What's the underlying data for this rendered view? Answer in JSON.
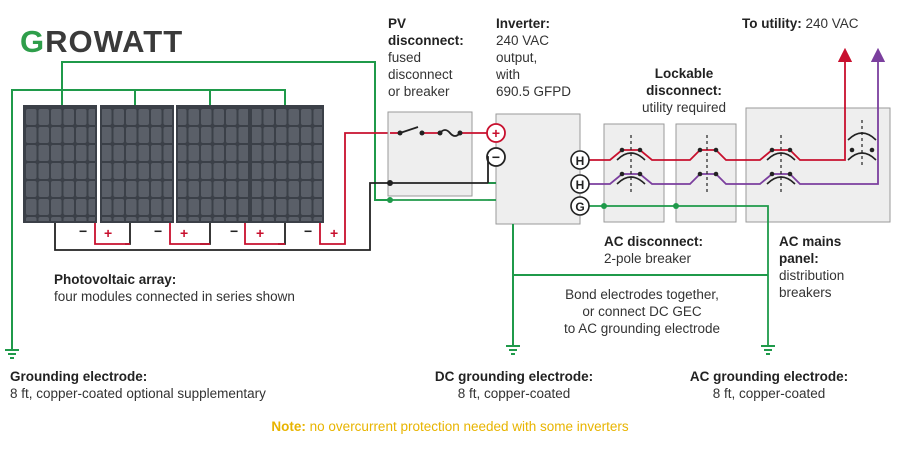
{
  "brand": {
    "logo_first": "G",
    "logo_rest": "ROWATT"
  },
  "labels": {
    "pv_disconnect": {
      "title1": "PV",
      "title2": "disconnect:",
      "line1": "fused",
      "line2": "disconnect",
      "line3": "or breaker"
    },
    "inverter": {
      "title": "Inverter:",
      "line1": "240 VAC",
      "line2": "output,",
      "line3": "with",
      "line4": "690.5 GFPD"
    },
    "to_utility": {
      "title": "To utility:",
      "value": "240 VAC"
    },
    "lockable": {
      "title1": "Lockable",
      "title2": "disconnect:",
      "line1": "utility required"
    },
    "pv_array": {
      "title": "Photovoltaic array:",
      "line1": "four modules connected in series shown"
    },
    "ac_disconnect": {
      "title": "AC disconnect:",
      "line1": "2-pole breaker"
    },
    "ac_mains": {
      "title1": "AC mains",
      "title2": "panel:",
      "line1": "distribution",
      "line2": "breakers"
    },
    "bond": {
      "line1": "Bond electrodes together,",
      "line2": "or connect DC GEC",
      "line3": "to AC grounding electrode"
    },
    "ground_left": {
      "title": "Grounding electrode:",
      "line1": "8 ft, copper-coated optional supplementary"
    },
    "ground_dc": {
      "title": "DC grounding electrode:",
      "line1": "8 ft, copper-coated"
    },
    "ground_ac": {
      "title": "AC grounding electrode:",
      "line1": "8 ft, copper-coated"
    },
    "note": {
      "prefix": "Note:",
      "text": " no overcurrent protection needed with some inverters"
    }
  },
  "terminals": {
    "plus": "+",
    "minus": "−",
    "h1": "H",
    "h2": "H",
    "g": "G"
  },
  "modules": [
    {
      "minus": "−",
      "plus": "+"
    },
    {
      "minus": "−",
      "plus": "+"
    },
    {
      "minus": "−",
      "plus": "+"
    },
    {
      "minus": "−",
      "plus": "+"
    }
  ],
  "colors": {
    "green": "#1f9a4a",
    "red": "#c8102e",
    "purple": "#7b3f9e",
    "black": "#222222",
    "box_fill": "#eeeeee",
    "box_stroke": "#9a9a9a",
    "panel": "#3b4048",
    "note": "#e8b400"
  }
}
